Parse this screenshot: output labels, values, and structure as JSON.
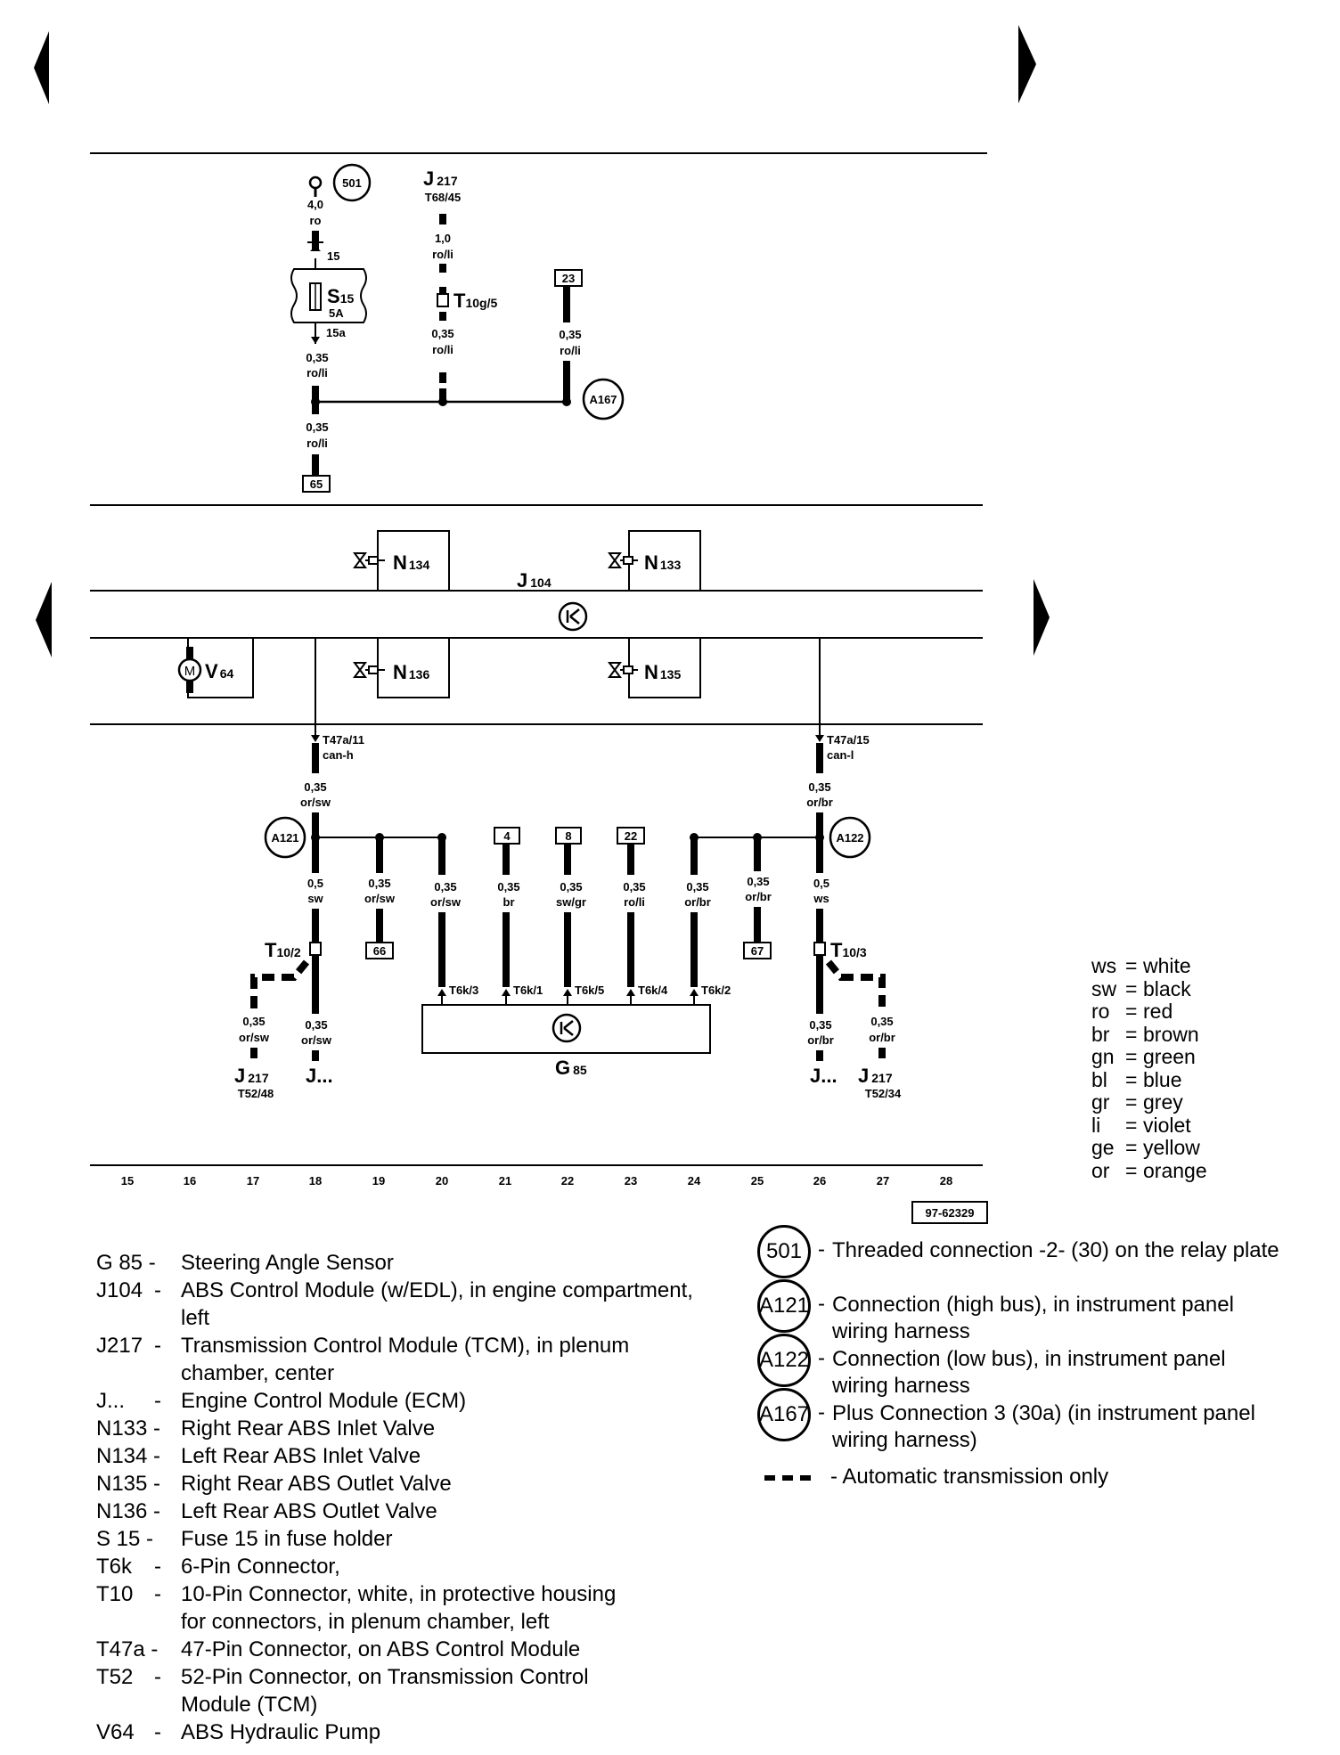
{
  "top_section": {
    "terminal_501": "501",
    "wire_501": {
      "size": "4,0",
      "color": "ro"
    },
    "pin_15": "15",
    "fuse": {
      "name": "S",
      "num": "15",
      "rating": "5A",
      "out": "15a"
    },
    "wire_fuse_out": {
      "size": "0,35",
      "color": "ro/li"
    },
    "wire_fuse_down": {
      "size": "0,35",
      "color": "ro/li"
    },
    "ref_65": "65",
    "j217": {
      "name": "J",
      "num": "217",
      "pin": "T68/45"
    },
    "wire_j217": {
      "size": "1,0",
      "color": "ro/li"
    },
    "t10g": {
      "name": "T",
      "sub": "10g/5"
    },
    "wire_t10g": {
      "size": "0,35",
      "color": "ro/li"
    },
    "ref_23": "23",
    "wire_23": {
      "size": "0,35",
      "color": "ro/li"
    },
    "a167": "A167"
  },
  "components": {
    "n134": {
      "name": "N",
      "num": "134"
    },
    "n133": {
      "name": "N",
      "num": "133"
    },
    "j104": {
      "name": "J",
      "num": "104"
    },
    "v64": {
      "name": "V",
      "num": "64",
      "motor": "M"
    },
    "n136": {
      "name": "N",
      "num": "136"
    },
    "n135": {
      "name": "N",
      "num": "135"
    }
  },
  "bus": {
    "left": {
      "pin": "T47a/11",
      "signal": "can-h",
      "size": "0,35",
      "color": "or/sw",
      "node": "A121"
    },
    "right": {
      "pin": "T47a/15",
      "signal": "can-l",
      "size": "0,35",
      "color": "or/br",
      "node": "A122"
    },
    "drops": [
      {
        "size": "0,5",
        "color": "sw"
      },
      {
        "size": "0,35",
        "color": "or/sw",
        "ref": "66"
      },
      {
        "size": "0,35",
        "color": "or/sw",
        "pin": "T6k/3"
      },
      {
        "size": "0,35",
        "color": "br",
        "ref": "4",
        "pin": "T6k/1"
      },
      {
        "size": "0,35",
        "color": "sw/gr",
        "ref": "8",
        "pin": "T6k/5"
      },
      {
        "size": "0,35",
        "color": "ro/li",
        "ref": "22",
        "pin": "T6k/4"
      },
      {
        "size": "0,35",
        "color": "or/br",
        "pin": "T6k/2"
      },
      {
        "size": "0,35",
        "color": "or/br",
        "ref": "67"
      },
      {
        "size": "0,5",
        "color": "ws"
      }
    ],
    "t10_left": {
      "name": "T",
      "sub": "10/2"
    },
    "t10_right": {
      "name": "T",
      "sub": "10/3"
    },
    "left_dashed": {
      "size": "0,35",
      "color": "or/sw"
    },
    "left_solid": {
      "size": "0,35",
      "color": "or/sw"
    },
    "right_solid": {
      "size": "0,35",
      "color": "or/br"
    },
    "right_dashed": {
      "size": "0,35",
      "color": "or/br"
    },
    "j217_left": {
      "name": "J",
      "num": "217",
      "pin": "T52/48"
    },
    "j_left": "J...",
    "j_right": "J...",
    "j217_right": {
      "name": "J",
      "num": "217",
      "pin": "T52/34"
    },
    "g85": {
      "name": "G",
      "num": "85"
    }
  },
  "track_numbers": [
    "15",
    "16",
    "17",
    "18",
    "19",
    "20",
    "21",
    "22",
    "23",
    "24",
    "25",
    "26",
    "27",
    "28"
  ],
  "figure_id": "97-62329",
  "color_key": [
    {
      "abbr": "ws",
      "name": "white"
    },
    {
      "abbr": "sw",
      "name": "black"
    },
    {
      "abbr": "ro",
      "name": "red"
    },
    {
      "abbr": "br",
      "name": "brown"
    },
    {
      "abbr": "gn",
      "name": "green"
    },
    {
      "abbr": "bl",
      "name": "blue"
    },
    {
      "abbr": "gr",
      "name": "grey"
    },
    {
      "abbr": "li",
      "name": "violet"
    },
    {
      "abbr": "ge",
      "name": "yellow"
    },
    {
      "abbr": "or",
      "name": "orange"
    }
  ],
  "legend": [
    {
      "code": "G 85 -",
      "desc": "Steering Angle Sensor"
    },
    {
      "code": "J104",
      "dash": "-",
      "desc": "ABS Control Module (w/EDL), in engine compartment, left"
    },
    {
      "code": "J217",
      "dash": "-",
      "desc": "Transmission Control Module (TCM), in plenum chamber, center"
    },
    {
      "code": "J...",
      "dash": "-",
      "desc": "Engine Control Module (ECM)"
    },
    {
      "code": "N133 -",
      "desc": "Right Rear ABS Inlet Valve"
    },
    {
      "code": "N134 -",
      "desc": "Left Rear ABS Inlet Valve"
    },
    {
      "code": "N135 -",
      "desc": "Right Rear ABS Outlet Valve"
    },
    {
      "code": "N136 -",
      "desc": "Left Rear ABS Outlet Valve"
    },
    {
      "code": "S 15 -",
      "desc": "Fuse 15 in fuse holder"
    },
    {
      "code": "T6k",
      "dash": "-",
      "desc": "6-Pin Connector,"
    },
    {
      "code": "T10",
      "dash": "-",
      "desc": "10-Pin Connector, white, in protective housing for connectors, in plenum chamber, left"
    },
    {
      "code": "T47a -",
      "desc": "47-Pin Connector, on ABS Control Module"
    },
    {
      "code": "T52",
      "dash": "-",
      "desc": "52-Pin Connector, on Transmission Control Module (TCM)"
    },
    {
      "code": "V64",
      "dash": "-",
      "desc": "ABS Hydraulic Pump"
    }
  ],
  "connections": [
    {
      "id": "501",
      "desc": "Threaded connection -2- (30) on the relay plate"
    },
    {
      "id": "A121",
      "desc": "Connection (high bus), in instrument panel wiring harness"
    },
    {
      "id": "A122",
      "desc": "Connection (low bus), in instrument panel wiring harness"
    },
    {
      "id": "A167",
      "desc": "Plus Connection 3 (30a) (in instrument panel wiring harness)"
    }
  ],
  "dashed_note": "- Automatic transmission only"
}
